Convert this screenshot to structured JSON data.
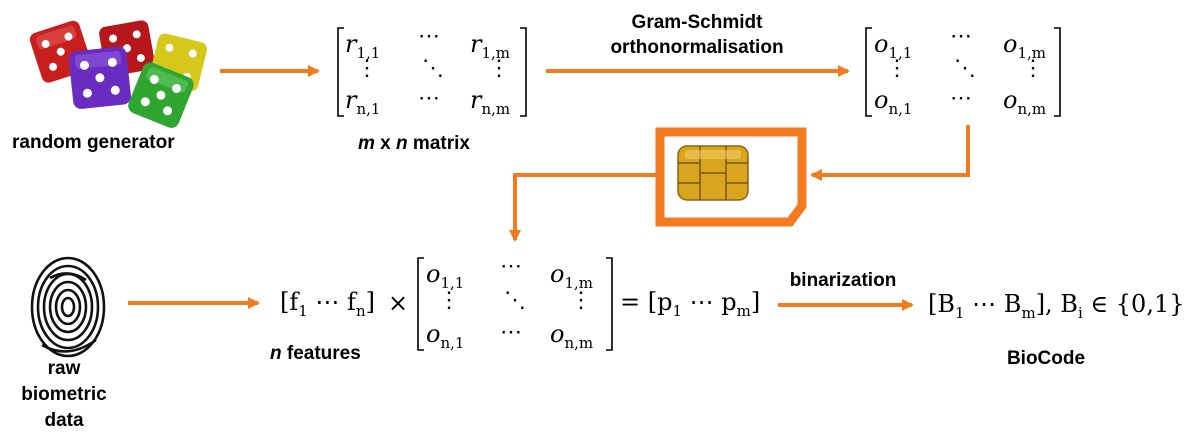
{
  "labels": {
    "random_generator": "random generator",
    "matrix_caption_m": "m",
    "matrix_caption_rest": " x ",
    "matrix_caption_n": "n",
    "matrix_caption_tail": " matrix",
    "gram_line1": "Gram-Schmidt",
    "gram_line2": "orthonormalisation",
    "features_n": "n",
    "features_rest": " features",
    "raw_line1": "raw",
    "raw_line2": "biometric",
    "raw_line3": "data",
    "binarization": "binarization",
    "biocode": "BioCode"
  },
  "matrix_r": {
    "r11": "r",
    "r11_sub": "1,1",
    "r1m": "r",
    "r1m_sub": "1,m",
    "rn1": "r",
    "rn1_sub": "n,1",
    "rnm": "r",
    "rnm_sub": "n,m",
    "hdots": "⋯",
    "vdots": "⋮",
    "ddots": "⋱"
  },
  "matrix_o": {
    "o11": "o",
    "o11_sub": "1,1",
    "o1m": "o",
    "o1m_sub": "1,m",
    "on1": "o",
    "on1_sub": "n,1",
    "onm": "o",
    "onm_sub": "n,m"
  },
  "equation": {
    "f_open": "[f",
    "f1_sub": "1",
    "f_dots": " ⋯ f",
    "fn_sub": "n",
    "f_close": "]",
    "times": "×",
    "equals_p": "= [p",
    "p1_sub": "1",
    "p_dots": " ⋯ p",
    "pm_sub": "m",
    "p_close": "]"
  },
  "biocode_eq": {
    "b_open": "[B",
    "b1_sub": "1",
    "b_dots": " ⋯ B",
    "bm_sub": "m",
    "b_close": "], B",
    "bi_sub": "i",
    "set": " ∈ {0,1}"
  },
  "colors": {
    "arrow": "#f47a1f",
    "die_red": "#c81e1e",
    "die_purple": "#6a2cc0",
    "die_yellow": "#d6c81a",
    "die_green": "#2fa62f",
    "chip_gold": "#d9a51e",
    "card_border": "#f47a1f"
  },
  "icons": {
    "dice": "dice-icon",
    "fingerprint": "fingerprint-icon",
    "smartcard": "smartcard-chip-icon"
  }
}
